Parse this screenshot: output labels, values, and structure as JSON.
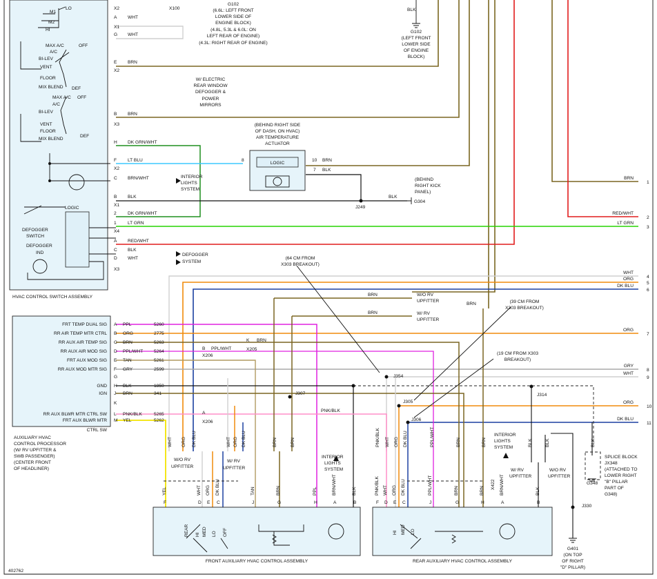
{
  "diagram_id": "402762",
  "colors": {
    "brn": "#7a6520",
    "org": "#f08a0a",
    "dkblu": "#1a3fa0",
    "ltblu": "#3cc8ff",
    "red": "#e11b1b",
    "ltgrn": "#27d400",
    "dkgrn": "#1f8f1f",
    "ppl": "#e020e0",
    "pnk": "#ff8fc8",
    "yel": "#f2e400",
    "gry": "#a8a8a8",
    "wht": "#dcdcdc",
    "blk": "#111111"
  },
  "ground_notes": {
    "g102_left": [
      "G102",
      "(6.6L: LEFT FRONT",
      "LOWER SIDE OF",
      "ENGINE BLOCK)",
      "(4.8L, 5.3L & 6.0L: ON",
      "LEFT REAR OF ENGINE)",
      "(4.3L: RIGHT REAR OF ENGINE)"
    ],
    "g102_right": [
      "BLK",
      "G102",
      "(LEFT FRONT",
      "LOWER SIDE",
      "OF ENGINE",
      "BLOCK)"
    ],
    "defogger_note": [
      "W/ ELECTRIC",
      "REAR WINDOW",
      "DEFOGGER &",
      "POWER",
      "MIRRORS"
    ],
    "actuator_note": [
      "(BEHIND RIGHT SIDE",
      "OF DASH, ON HVAC)",
      "AIR TEMPERATURE",
      "ACTUATOR"
    ],
    "g304_note": [
      "(BEHIND",
      "RIGHT KICK",
      "PANEL)"
    ],
    "g304": "G304",
    "j249": "J249",
    "note_64cm": [
      "(64 CM FROM",
      "X303 BREAKOUT)"
    ],
    "note_39cm": [
      "(39 CM FROM",
      "X303 BREAKOUT)"
    ],
    "note_19cm": [
      "(19 CM FROM X303",
      "BREAKOUT)"
    ],
    "splice_block": [
      "SPLICE BLOCK",
      "JX348",
      "(ATTACHED TO",
      "LOWER RIGHT",
      "\"B\" PILLAR",
      "PART OF",
      "G348)"
    ],
    "g348": "G348",
    "g401": [
      "G401",
      "(ON TOP",
      "OF RIGHT",
      "\"D\" PILLAR)"
    ],
    "j330": "J330"
  },
  "hvac_switch": {
    "title": "HVAC CONTROL SWITCH ASSEMBLY",
    "blower_labels": [
      "M1",
      "LO",
      "M2",
      "HI"
    ],
    "mode1_labels": [
      "MAX A/C",
      "OFF",
      "A/C",
      "BI-LEV",
      "VENT",
      "FLOOR",
      "MIX BLEND",
      "DEF"
    ],
    "mode2_labels": [
      "MAX A/C",
      "OFF",
      "A/C",
      "BI-LEV",
      "VENT",
      "FLOOR",
      "MIX BLEND",
      "DEF"
    ],
    "logic": "LOGIC",
    "defogger_switch": [
      "DEFOGGER",
      "SWITCH"
    ],
    "defogger_ind": [
      "DEFOGGER",
      "IND"
    ],
    "pins": [
      "X2",
      "A",
      "X1",
      "G",
      "E",
      "X2",
      "B",
      "X3",
      "H",
      "F",
      "X2",
      "C",
      "B",
      "X1",
      "2",
      "1",
      "X4",
      "A",
      "C",
      "D",
      "X3"
    ],
    "wires": [
      "WHT",
      "WHT",
      "BRN",
      "BRN",
      "DK GRN/WHT",
      "LT BLU",
      "BRN/WHT",
      "BLK",
      "DK GRN/WHT",
      "LT GRN",
      "RED/WHT",
      "BLK",
      "WHT"
    ],
    "interior_lights": [
      "INTERIOR",
      "LIGHTS",
      "SYSTEM"
    ],
    "defogger_system": [
      "DEFOGGER",
      "SYSTEM"
    ],
    "x100": "X100"
  },
  "actuator": {
    "logic": "LOGIC",
    "pin8": "8",
    "pin10": "10",
    "pin10_wire": "BRN",
    "pin7": "7",
    "pin7_wire": "BLK"
  },
  "aux_processor": {
    "title": [
      "AUXILIARY HVAC",
      "CONTROL PROCESSOR",
      "(W/ RV UPFITTER &",
      "SWB PASSENGER)",
      "(CENTER FRONT",
      "OF HEADLINER)"
    ],
    "signals": [
      {
        "label": "FRT TEMP DUAL SIG",
        "pin": "A",
        "wire": "PPL",
        "circuit": "5260"
      },
      {
        "label": "RR AIR TEMP MTR CTRL",
        "pin": "B",
        "wire": "ORG",
        "circuit": "2775"
      },
      {
        "label": "RR AUX AIR TEMP SIG",
        "pin": "C",
        "wire": "BRN",
        "circuit": "5263"
      },
      {
        "label": "RR AUX AIR MOD SIG",
        "pin": "D",
        "wire": "PPL/WHT",
        "circuit": "5264"
      },
      {
        "label": "FRT AUX MOD SIG",
        "pin": "E",
        "wire": "TAN",
        "circuit": "5261"
      },
      {
        "label": "RR AUX MOD MTR SIG",
        "pin": "F",
        "wire": "GRY",
        "circuit": "2599"
      },
      {
        "label": "",
        "pin": "G",
        "wire": "",
        "circuit": ""
      },
      {
        "label": "GND",
        "pin": "H",
        "wire": "BLK",
        "circuit": "1850"
      },
      {
        "label": "IGN",
        "pin": "J",
        "wire": "BRN",
        "circuit": "341"
      },
      {
        "label": "",
        "pin": "K",
        "wire": "",
        "circuit": ""
      },
      {
        "label": "RR AUX BLWR MTR CTRL SW",
        "pin": "L",
        "wire": "PNK/BLK",
        "circuit": "5265"
      },
      {
        "label": "FRT AUX BLWR MTR",
        "pin": "M",
        "wire": "YEL",
        "circuit": "5262"
      }
    ],
    "ctrl_sw": "CTRL SW",
    "x206a": "X206",
    "x206b": "X206",
    "x205": "X205",
    "ppl_wht": "PPL/WHT",
    "brn": "BRN",
    "pin_b": "B",
    "pin_k": "K",
    "pin_a": "A"
  },
  "right_side": {
    "rows": [
      {
        "num": "1",
        "wire": "BRN"
      },
      {
        "num": "2",
        "wire": "RED/WHT"
      },
      {
        "num": "3",
        "wire": "LT GRN"
      },
      {
        "num": "4",
        "wire": "WHT"
      },
      {
        "num": "5",
        "wire": "ORG"
      },
      {
        "num": "6",
        "wire": "DK BLU"
      },
      {
        "num": "7",
        "wire": "ORG"
      },
      {
        "num": "8",
        "wire": "GRY"
      },
      {
        "num": "9",
        "wire": "WHT"
      },
      {
        "num": "10",
        "wire": "ORG"
      },
      {
        "num": "11",
        "wire": "DK BLU"
      }
    ],
    "upfitter_wo": [
      "W/O RV",
      "UPFITTER"
    ],
    "upfitter_w": [
      "W/ RV",
      "UPFITTER"
    ],
    "brn_top": "BRN",
    "brn_mid": "BRN",
    "brn_right": "BRN",
    "j354": "J354",
    "j307": "J307",
    "j305": "J305",
    "j306": "J306",
    "j314": "J314",
    "pnk_blk": "PNK/BLK",
    "interior_lights": [
      "INTERIOR",
      "LIGHTS",
      "SYSTEM"
    ]
  },
  "front_assembly": {
    "title": "FRONT AUXILIARY HVAC CONTROL ASSEMBLY",
    "pins": [
      "F",
      "D",
      "E",
      "C",
      "J",
      "G",
      "H",
      "A",
      "B"
    ],
    "wires": [
      "YEL",
      "WHT",
      "ORG",
      "DK BLU",
      "TAN",
      "BRN",
      "PPL",
      "BRN/WHT",
      "BLK"
    ],
    "switch": [
      "REAR",
      "HI",
      "MED",
      "LO",
      "OFF"
    ],
    "upper": [
      "WHT",
      "ORG",
      "DK BLU",
      "WHT",
      "ORG",
      "DK BLU",
      "BRN",
      "BRN"
    ],
    "upfitter_wo": [
      "W/O RV",
      "UPFITTER"
    ],
    "upfitter_w": [
      "W/ RV",
      "UPFITTER"
    ],
    "interior": [
      "INTERIOR",
      "LIGHTS",
      "SYSTEM"
    ]
  },
  "rear_assembly": {
    "title": "REAR AUXILIARY HVAC CONTROL ASSEMBLY",
    "pins": [
      "F",
      "D",
      "E",
      "C",
      "J",
      "G",
      "H",
      "A",
      "B"
    ],
    "wires": [
      "PNK/BLK",
      "WHT",
      "ORG",
      "DK BLU",
      "PPL/WHT",
      "BRN",
      "BRN",
      "BRN/WHT",
      "BLK"
    ],
    "switch": [
      "HI",
      "MED",
      "LO"
    ],
    "upper": [
      "PNK/BLK",
      "WHT",
      "ORG",
      "DK BLU",
      "PPL/WHT",
      "BRN",
      "BRN",
      "BLK",
      "BLK",
      "BLK"
    ],
    "upfitter_w": [
      "W/ RV",
      "UPFITTER"
    ],
    "upfitter_wo": [
      "W/O RV",
      "UPFITTER"
    ],
    "x422": "X422",
    "interior": [
      "INTERIOR",
      "LIGHTS",
      "SYSTEM"
    ]
  }
}
